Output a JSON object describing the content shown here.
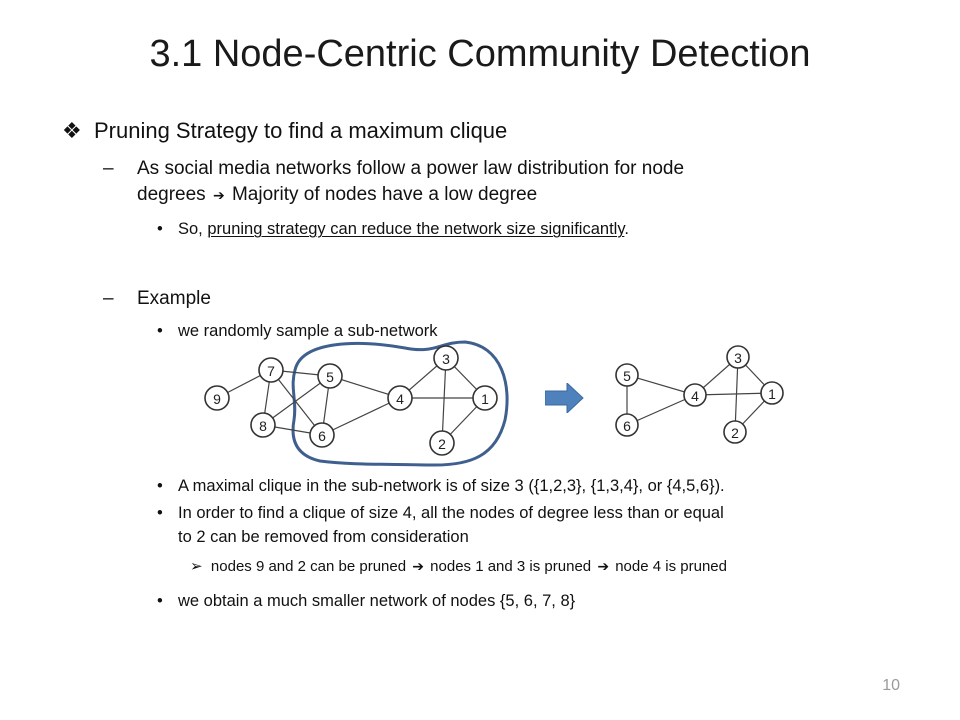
{
  "title": "3.1 Node-Centric Community Detection",
  "bullet1": {
    "marker": "❖",
    "text": "Pruning Strategy to find a maximum clique"
  },
  "sub1": {
    "marker": "–",
    "line1": "As social media networks follow a power law distribution for node",
    "line2_pre": "degrees",
    "arrow": "➔",
    "line2_post": "Majority of nodes have a low degree"
  },
  "sub1_bullet": {
    "marker": "•",
    "pre": "So, ",
    "underlined": "pruning strategy can reduce the network size significantly",
    "post": "."
  },
  "sub2": {
    "marker": "–",
    "text": "Example"
  },
  "ex_bullets": [
    {
      "marker": "•",
      "text": "we randomly sample a sub-network"
    },
    {
      "marker": "•",
      "text": "A maximal clique in the sub-network is of size 3 ({1,2,3}, {1,3,4}, or {4,5,6})."
    },
    {
      "marker": "•",
      "line1": "In order to find a clique of size 4, all the nodes of degree less than or equal",
      "line2": "to 2 can be removed from consideration"
    },
    {
      "marker": "•",
      "text": "we obtain a much smaller network of nodes {5, 6, 7, 8}"
    }
  ],
  "prune_note": {
    "marker": "➢",
    "part1": "nodes 9 and 2 can be pruned",
    "arrow": "➔",
    "part2": "nodes 1 and 3 is pruned",
    "part3": "node 4 is pruned"
  },
  "graph_left": {
    "nodes": [
      "9",
      "7",
      "8",
      "5",
      "6",
      "4",
      "3",
      "1",
      "2"
    ],
    "edges": [
      [
        "9",
        "7"
      ],
      [
        "7",
        "5"
      ],
      [
        "7",
        "8"
      ],
      [
        "7",
        "6"
      ],
      [
        "8",
        "5"
      ],
      [
        "8",
        "6"
      ],
      [
        "5",
        "6"
      ],
      [
        "5",
        "4"
      ],
      [
        "6",
        "4"
      ],
      [
        "4",
        "3"
      ],
      [
        "4",
        "1"
      ],
      [
        "3",
        "1"
      ],
      [
        "3",
        "2"
      ],
      [
        "1",
        "2"
      ]
    ]
  },
  "graph_right": {
    "nodes": [
      "5",
      "6",
      "4",
      "3",
      "1",
      "2"
    ],
    "edges": [
      [
        "5",
        "6"
      ],
      [
        "5",
        "4"
      ],
      [
        "6",
        "4"
      ],
      [
        "4",
        "3"
      ],
      [
        "4",
        "1"
      ],
      [
        "3",
        "1"
      ],
      [
        "3",
        "2"
      ],
      [
        "1",
        "2"
      ]
    ]
  },
  "colors": {
    "highlight_outline": "#3f5f8f",
    "arrow_fill": "#4f81bd"
  },
  "page_number": "10"
}
